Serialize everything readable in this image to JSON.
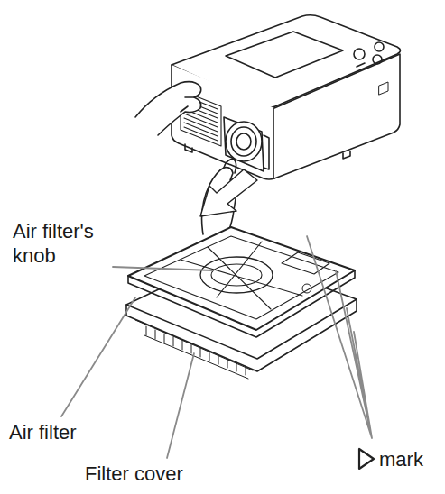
{
  "diagram": {
    "labels": [
      "Air filter's knob",
      "Air filter",
      "Filter cover",
      "mark"
    ]
  }
}
